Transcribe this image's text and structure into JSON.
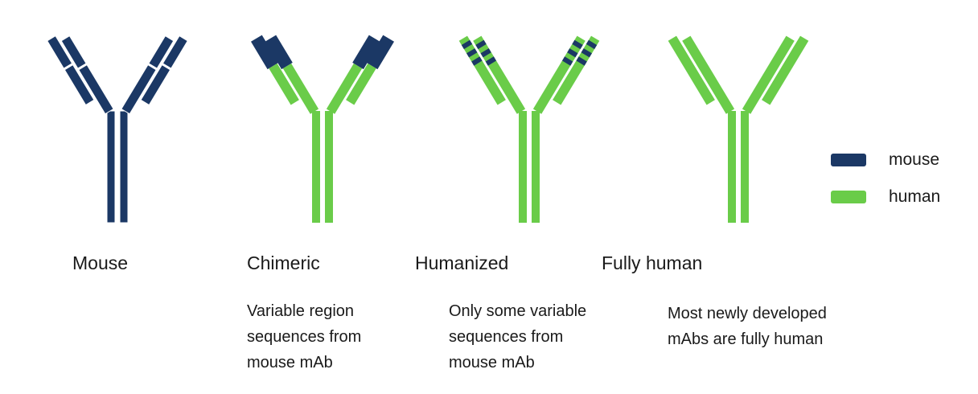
{
  "colors": {
    "mouse": "#1b3865",
    "human": "#6acc49",
    "mouse_outline": "#ffffff"
  },
  "legend": [
    {
      "key": "mouse",
      "label": "mouse",
      "color": "#1b3865"
    },
    {
      "key": "human",
      "label": "human",
      "color": "#6acc49"
    }
  ],
  "antibodies": [
    {
      "id": "mouse",
      "label": "Mouse",
      "description": [],
      "composition": "all mouse"
    },
    {
      "id": "chimeric",
      "label": "Chimeric",
      "description": [
        "Variable region",
        "sequences from",
        "mouse mAb"
      ],
      "composition": "mouse variable region, human constant region"
    },
    {
      "id": "humanized",
      "label": "Humanized",
      "description": [
        "Only some variable",
        "sequences from",
        "mouse mAb"
      ],
      "composition": "some mouse variable segments, rest human"
    },
    {
      "id": "fully-human",
      "label": "Fully human",
      "description": [
        "Most newly developed",
        "mAbs are fully human"
      ],
      "composition": "all human"
    }
  ]
}
